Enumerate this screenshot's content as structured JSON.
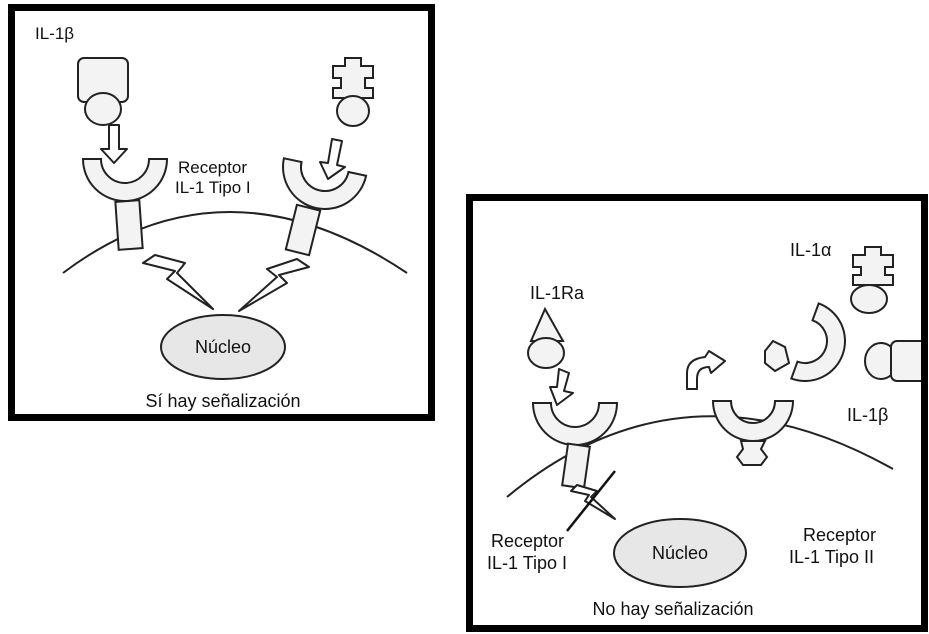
{
  "left_panel": {
    "ligand_label": "IL-1β",
    "receptor_label_line1": "Receptor",
    "receptor_label_line2": "IL-1 Tipo I",
    "nucleus_label": "Núcleo",
    "caption": "Sí hay señalización"
  },
  "right_panel": {
    "antagonist_label": "IL-1Ra",
    "il1a_label": "IL-1α",
    "il1b_label": "IL-1β",
    "receptor1_label_line1": "Receptor",
    "receptor1_label_line2": "IL-1 Tipo I",
    "receptor2_label_line1": "Receptor",
    "receptor2_label_line2": "IL-1 Tipo II",
    "nucleus_label": "Núcleo",
    "caption": "No hay señalización"
  }
}
